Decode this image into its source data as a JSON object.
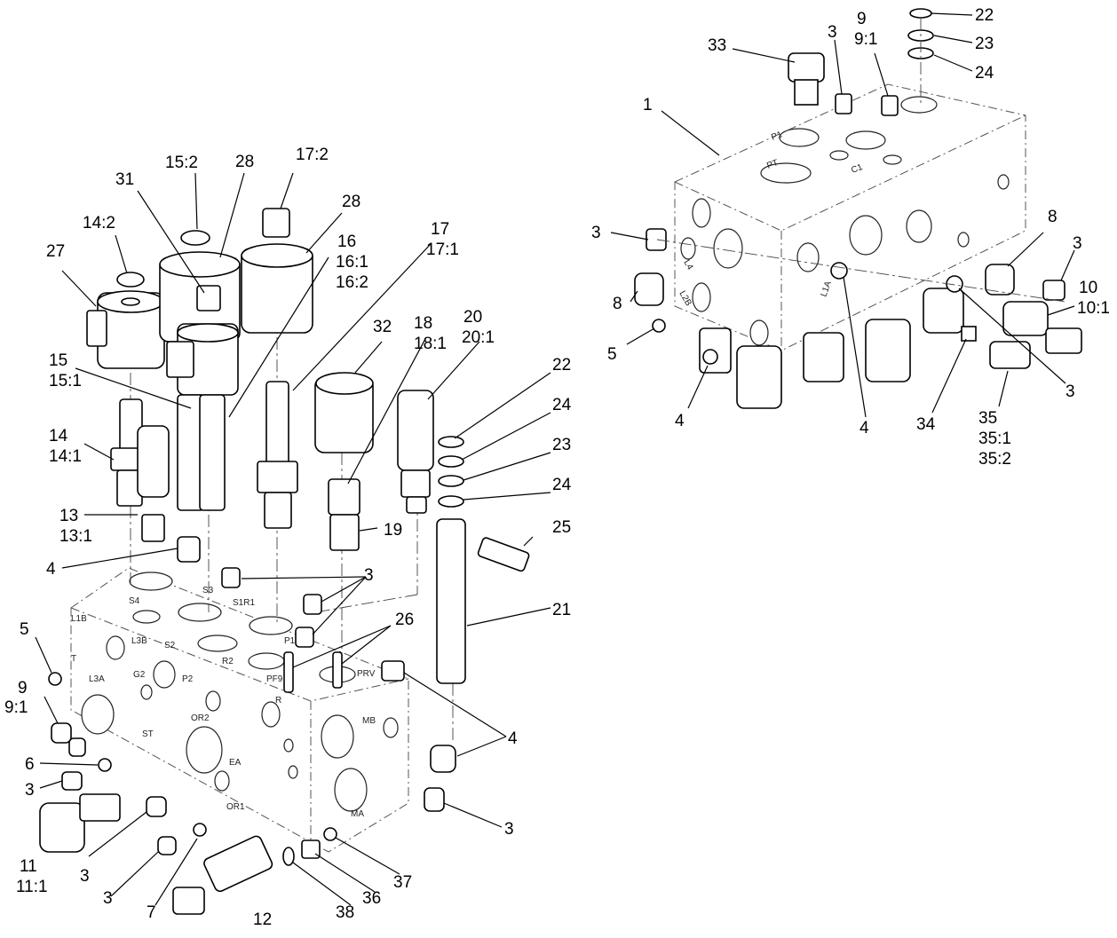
{
  "callouts": {
    "c1": "1",
    "c3a": "3",
    "c9a": "9",
    "c9a1": "9:1",
    "c22a": "22",
    "c23a": "23",
    "c24a": "24",
    "c33": "33",
    "c3b": "3",
    "c8a": "8",
    "c3c": "3",
    "c10": "10",
    "c10_1": "10:1",
    "c8b": "8",
    "c5a": "5",
    "c4a": "4",
    "c4b": "4",
    "c34": "34",
    "c35": "35",
    "c35_1": "35:1",
    "c35_2": "35:2",
    "c3d": "3",
    "c15_2": "15:2",
    "c28a": "28",
    "c17_2": "17:2",
    "c31": "31",
    "c28b": "28",
    "c14_2": "14:2",
    "c27": "27",
    "c16": "16",
    "c16_1": "16:1",
    "c16_2": "16:2",
    "c17": "17",
    "c17_1": "17:1",
    "c32": "32",
    "c18": "18",
    "c18_1": "18:1",
    "c20": "20",
    "c20_1": "20:1",
    "c15": "15",
    "c15_1": "15:1",
    "c22b": "22",
    "c24b": "24",
    "c23b": "23",
    "c24c": "24",
    "c14": "14",
    "c14_1": "14:1",
    "c13": "13",
    "c13_1": "13:1",
    "c19": "19",
    "c25": "25",
    "c4c": "4",
    "c3e": "3",
    "c26": "26",
    "c21": "21",
    "c5b": "5",
    "c9b": "9",
    "c9b1": "9:1",
    "c6": "6",
    "c3f": "3",
    "c4d": "4",
    "c3g": "3",
    "c11": "11",
    "c11_1": "11:1",
    "c3h": "3",
    "c3i": "3",
    "c7": "7",
    "c12": "12",
    "c38": "38",
    "c36": "36",
    "c37": "37"
  },
  "port_labels": {
    "s4": "S4",
    "l1b": "L1B",
    "l3b": "L3B",
    "t": "T",
    "l3a": "L3A",
    "g2": "G2",
    "p2": "P2",
    "s2": "S2",
    "s3": "S3",
    "s1r1": "S1R1",
    "p1": "P1",
    "or2": "OR2",
    "st": "ST",
    "ea": "EA",
    "or1": "OR1",
    "mb": "MB",
    "ma": "MA",
    "r": "R",
    "pfa": "PF9",
    "prv": "PRV",
    "pt": "PT",
    "c1": "C1",
    "l1a": "L1A",
    "l2b": "L2B",
    "l4": "L4",
    "p1b": "P1",
    "rp": "R2"
  }
}
